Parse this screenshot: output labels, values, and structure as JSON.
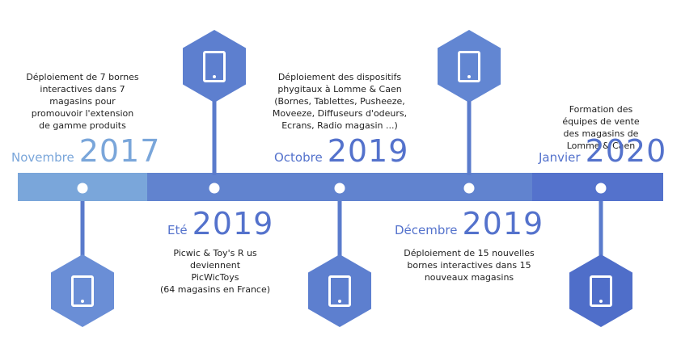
{
  "colors": {
    "light_blue": "#7aa6da",
    "mid_blue": "#6183cf",
    "dark_blue": "#5472cc",
    "hexagon": "#5a7bcc"
  },
  "milestones": [
    {
      "month": "Novembre",
      "year": "2017",
      "icon": "tablet-icon",
      "lines": [
        "Déploiement de 7 bornes",
        "interactives dans 7",
        "magasins pour",
        "promouvoir l'extension",
        "de gamme produits"
      ]
    },
    {
      "month": "Eté",
      "year": "2019",
      "icon": "tablet-icon",
      "lines": [
        "Picwic & Toy's R us",
        "deviennent",
        "PicWicToys",
        "(64 magasins en France)"
      ]
    },
    {
      "month": "Octobre",
      "year": "2019",
      "icon": "tablet-icon",
      "lines": [
        "Déploiement des dispositifs",
        "phygitaux à Lomme & Caen",
        "(Bornes, Tablettes, Pusheeze,",
        "Moveeze, Diffuseurs d'odeurs,",
        "Ecrans, Radio magasin ...)"
      ]
    },
    {
      "month": "Décembre",
      "year": "2019",
      "icon": "tablet-icon",
      "lines": [
        "Déploiement de 15 nouvelles",
        "bornes interactives dans 15",
        "nouveaux magasins"
      ]
    },
    {
      "month": "Janvier",
      "year": "2020",
      "icon": "tablet-icon",
      "lines": [
        "Formation des équipes de vente",
        "des magasins de Lomme & Caen"
      ]
    }
  ]
}
